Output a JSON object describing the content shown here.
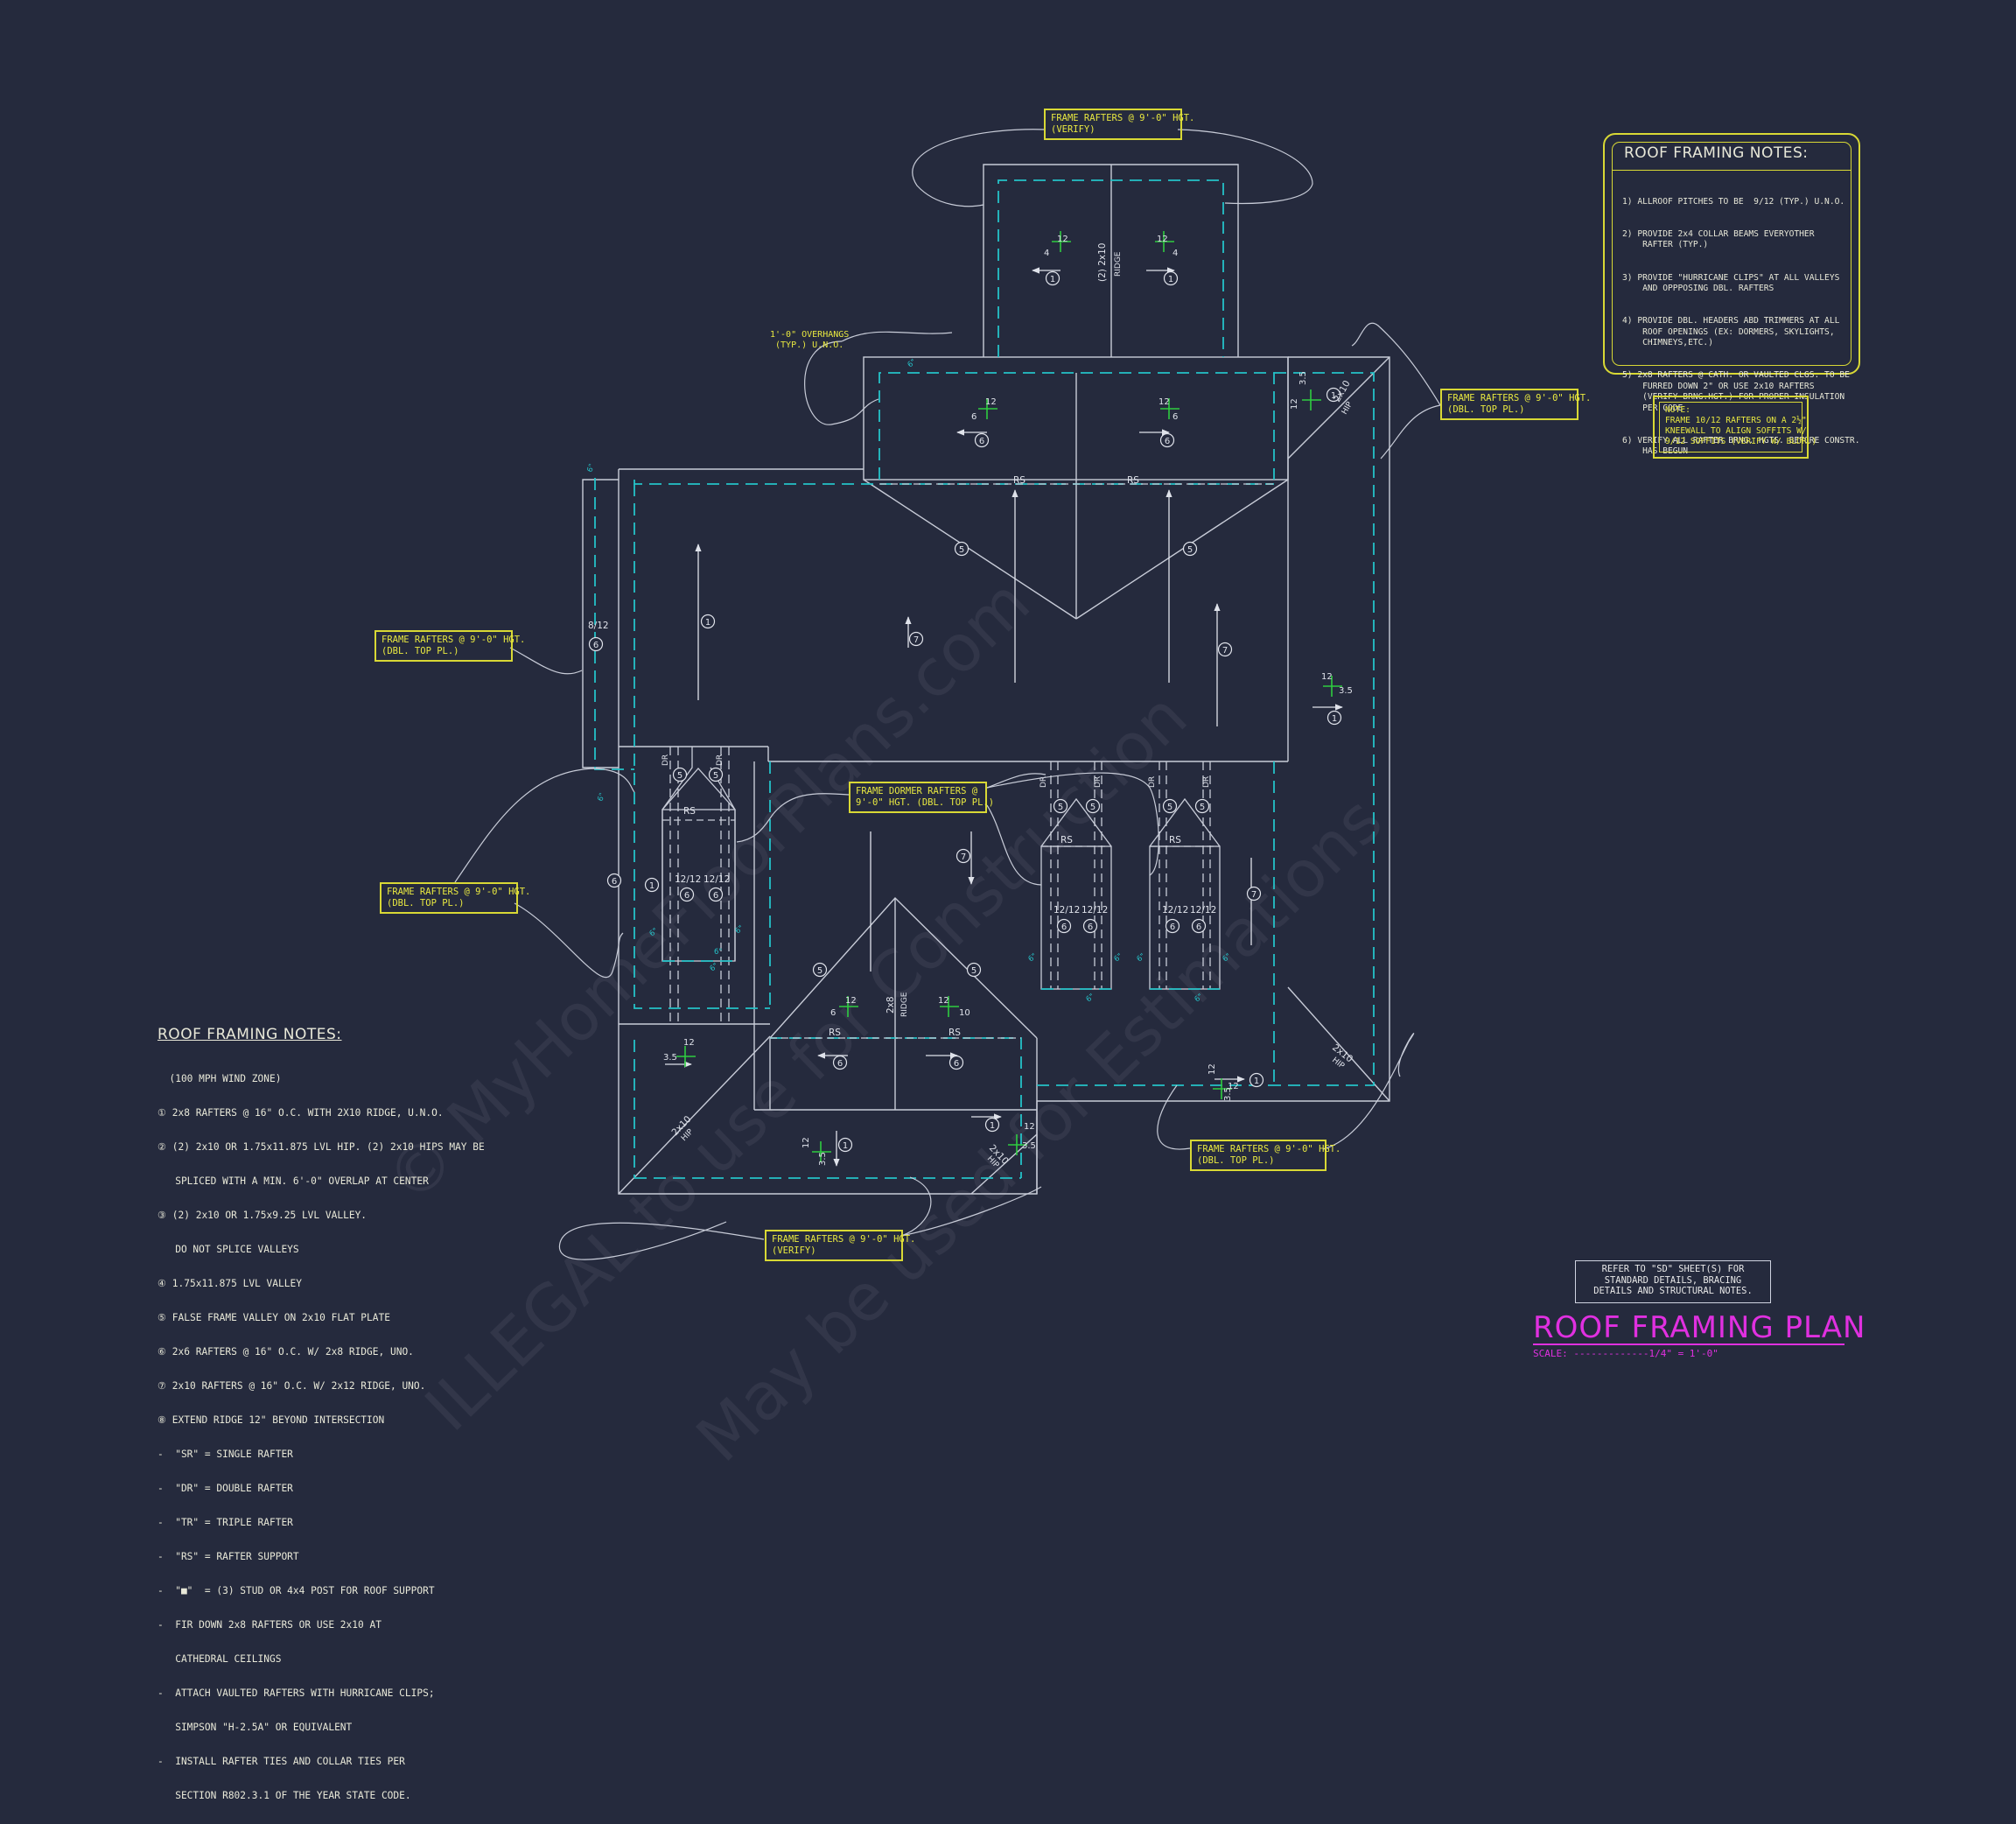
{
  "notes_right": {
    "title": "ROOF FRAMING NOTES:",
    "items": [
      "1) ALLROOF PITCHES TO BE  9/12 (TYP.) U.N.O.",
      "2) PROVIDE 2x4 COLLAR BEAMS EVERYOTHER\n    RAFTER (TYP.)",
      "3) PROVIDE \"HURRICANE CLIPS\" AT ALL VALLEYS\n    AND OPPPOSING DBL. RAFTERS",
      "4) PROVIDE DBL. HEADERS ABD TRIMMERS AT ALL\n    ROOF OPENINGS (EX: DORMERS, SKYLIGHTS,\n    CHIMNEYS,ETC.)",
      "5) 2x8 RAFTERS @ CATH. OR VAULTED CLGS. TO BE\n    FURRED DOWN 2\" OR USE 2x10 RAFTERS\n    (VERIFY BRNG.HGT.) FOR PROPER INSULATION\n    PER CODE",
      "6) VERIFY ALL RAFTER BRNG. HGTS. BEFORE CONSTR.\n    HAS BEGUN"
    ]
  },
  "note_small": "NOTE:\nFRAME 10/12 RAFTERS ON A 2½\"\nKNEEWALL TO ALIGN SOFFITS W/\n9/12 SOFFITS (VERIFY W/ BLDR.)",
  "notes_left": {
    "title": "ROOF FRAMING NOTES:",
    "items": [
      "  (100 MPH WIND ZONE)",
      "① 2x8 RAFTERS @ 16\" O.C. WITH 2X10 RIDGE, U.N.O.",
      "② (2) 2x10 OR 1.75x11.875 LVL HIP. (2) 2x10 HIPS MAY BE",
      "   SPLICED WITH A MIN. 6'-0\" OVERLAP AT CENTER",
      "③ (2) 2x10 OR 1.75x9.25 LVL VALLEY.",
      "   DO NOT SPLICE VALLEYS",
      "④ 1.75x11.875 LVL VALLEY",
      "⑤ FALSE FRAME VALLEY ON 2x10 FLAT PLATE",
      "⑥ 2x6 RAFTERS @ 16\" O.C. W/ 2x8 RIDGE, UNO.",
      "⑦ 2x10 RAFTERS @ 16\" O.C. W/ 2x12 RIDGE, UNO.",
      "⑧ EXTEND RIDGE 12\" BEYOND INTERSECTION",
      "-  \"SR\" = SINGLE RAFTER",
      "-  \"DR\" = DOUBLE RAFTER",
      "-  \"TR\" = TRIPLE RAFTER",
      "-  \"RS\" = RAFTER SUPPORT",
      "-  \"■\"  = (3) STUD OR 4x4 POST FOR ROOF SUPPORT",
      "-  FIR DOWN 2x8 RAFTERS OR USE 2x10 AT",
      "   CATHEDRAL CEILINGS",
      "-  ATTACH VAULTED RAFTERS WITH HURRICANE CLIPS;",
      "   SIMPSON \"H-2.5A\" OR EQUIVALENT",
      "-  INSTALL RAFTER TIES AND COLLAR TIES PER",
      "   SECTION R802.3.1 OF THE YEAR STATE CODE."
    ]
  },
  "refer_note": "REFER TO \"SD\" SHEET(S) FOR\nSTANDARD DETAILS, BRACING\nDETAILS AND STRUCTURAL NOTES.",
  "title": "ROOF FRAMING PLAN",
  "scale": "SCALE: -------------1/4\" = 1'-0\"",
  "callouts": {
    "top": "FRAME RAFTERS @ 9'-0\" HGT.\n(VERIFY)",
    "right": "FRAME RAFTERS @ 9'-0\" HGT.\n(DBL. TOP PL.)",
    "left_upper": "FRAME RAFTERS @ 9'-0\" HGT.\n(DBL. TOP PL.)",
    "left_lower": "FRAME RAFTERS @ 9'-0\" HGT.\n(DBL. TOP PL.)",
    "dormer": "FRAME DORMER RAFTERS @\n9'-0\" HGT. (DBL. TOP PL.)",
    "bottom_right": "FRAME RAFTERS @ 9'-0\" HGT.\n(DBL. TOP PL.)",
    "bottom": "FRAME RAFTERS @ 9'-0\" HGT.\n(VERIFY)"
  },
  "overhang_note": "1'-0\" OVERHANGS\n(TYP.) U.N.O.",
  "plan_labels": {
    "ridge_top": "(2) 2x10",
    "ridge_top_sub": "RIDGE",
    "ridge_bottom": "2x8",
    "ridge_bottom_sub": "RIDGE",
    "rs": "RS",
    "dr": "DR",
    "hip": "2x10",
    "hip_sub": "HIP",
    "pitch_12": "12",
    "pitch_4": "4",
    "pitch_6": "6",
    "pitch_35": "3.5",
    "pitch_812": "8/12",
    "pitch_1212": "12/12",
    "pitch_10": "10",
    "dim_6": "6\"",
    "tag_1": "1",
    "tag_5": "5",
    "tag_6": "6",
    "tag_7": "7"
  },
  "watermarks": [
    "© MyHomeFloorPlans.com",
    "ILLEGAL to use for Construction",
    "May be used for Estimations"
  ],
  "colors": {
    "background": "#252a3d",
    "linework": "#c8ccd8",
    "dashed_walls": "#25c2c8",
    "callout": "#d8d835",
    "pitch_marks": "#2ecc40",
    "title": "#e030e0"
  }
}
